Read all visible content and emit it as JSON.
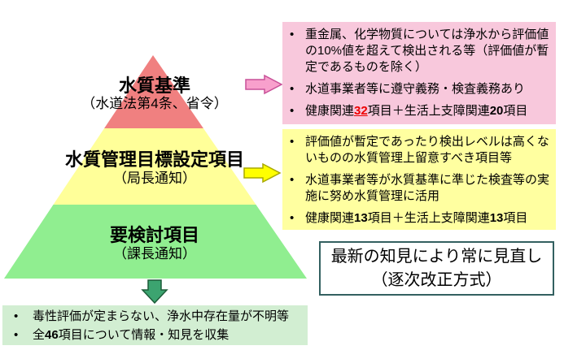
{
  "pyramid": {
    "tiers": [
      {
        "title": "水質基準",
        "subtitle": "（水道法第4条、省令）",
        "color": "#F08080"
      },
      {
        "title": "水質管理目標設定項目",
        "subtitle": "（局長通知）",
        "color": "#FFFF99"
      },
      {
        "title": "要検討項目",
        "subtitle": "（課長通知）",
        "color": "#90EE90"
      }
    ]
  },
  "boxes": {
    "standards": {
      "bg": "#F8C8DC",
      "bullets": [
        {
          "segments": [
            {
              "text": "重金属、化学物質については浄水から評価値の10%値を超えて検出される等（評価値が暫定であるものを除く）"
            }
          ]
        },
        {
          "segments": [
            {
              "text": "水道事業者等に遵守義務・検査義務あり"
            }
          ]
        },
        {
          "segments": [
            {
              "text": "健康関連"
            },
            {
              "text": "32",
              "style": "num-red"
            },
            {
              "text": "項目＋生活上支障関連"
            },
            {
              "text": "20",
              "style": "num"
            },
            {
              "text": "項目"
            }
          ]
        }
      ]
    },
    "management_targets": {
      "bg": "#FFFFA0",
      "bullets": [
        {
          "segments": [
            {
              "text": "評価値が暫定であったり検出レベルは高くないものの水質管理上留意すべき項目等"
            }
          ]
        },
        {
          "segments": [
            {
              "text": "水道事業者等が水質基準に準じた検査等の実施に努め水質管理に活用"
            }
          ]
        },
        {
          "segments": [
            {
              "text": "健康関連"
            },
            {
              "text": "13",
              "style": "num"
            },
            {
              "text": "項目＋生活上支障関連"
            },
            {
              "text": "13",
              "style": "num"
            },
            {
              "text": "項目"
            }
          ]
        }
      ]
    },
    "review_note": {
      "line1": "最新の知見により常に見直し",
      "line2": "（逐次改正方式）",
      "border_color": "#336060"
    },
    "under_review": {
      "bg": "#D2EED2",
      "bullets": [
        {
          "segments": [
            {
              "text": "毒性評価が定まらない、浄水中存在量が不明等"
            }
          ]
        },
        {
          "segments": [
            {
              "text": "全"
            },
            {
              "text": "46",
              "style": "num"
            },
            {
              "text": "項目について情報・知見を収集"
            }
          ]
        }
      ]
    }
  },
  "icons": {
    "pink_arrow": {
      "fill": "#F8A0CC",
      "stroke": "#C85098"
    },
    "yellow_arrow": {
      "fill": "#FFFF00",
      "stroke": "#A8A800"
    },
    "green_arrow": {
      "fill": "#3CA470",
      "stroke": "#1C5C38"
    }
  }
}
